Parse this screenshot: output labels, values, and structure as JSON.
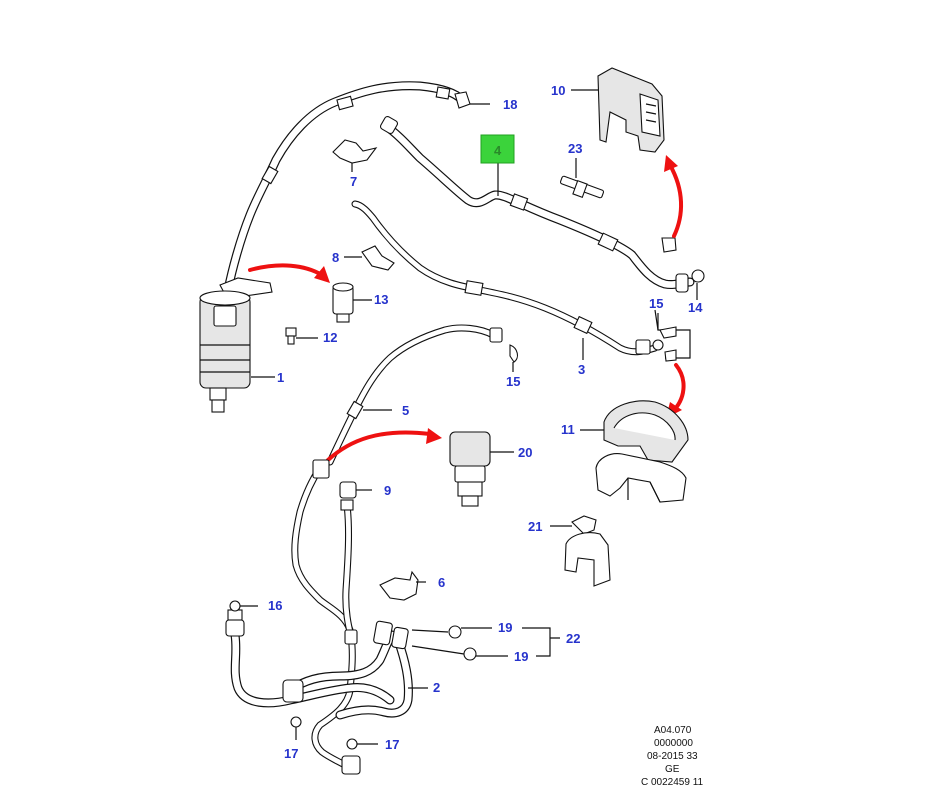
{
  "diagram": {
    "parts": [
      {
        "id": "p1",
        "label": "1"
      },
      {
        "id": "p2",
        "label": "2"
      },
      {
        "id": "p3",
        "label": "3"
      },
      {
        "id": "p4",
        "label": "4"
      },
      {
        "id": "p5",
        "label": "5"
      },
      {
        "id": "p6",
        "label": "6"
      },
      {
        "id": "p7",
        "label": "7"
      },
      {
        "id": "p8",
        "label": "8"
      },
      {
        "id": "p9",
        "label": "9"
      },
      {
        "id": "p10",
        "label": "10"
      },
      {
        "id": "p11",
        "label": "11"
      },
      {
        "id": "p12",
        "label": "12"
      },
      {
        "id": "p13",
        "label": "13"
      },
      {
        "id": "p14",
        "label": "14"
      },
      {
        "id": "p15a",
        "label": "15"
      },
      {
        "id": "p15b",
        "label": "15"
      },
      {
        "id": "p16",
        "label": "16"
      },
      {
        "id": "p17a",
        "label": "17"
      },
      {
        "id": "p17b",
        "label": "17"
      },
      {
        "id": "p18",
        "label": "18"
      },
      {
        "id": "p19a",
        "label": "19"
      },
      {
        "id": "p19b",
        "label": "19"
      },
      {
        "id": "p20",
        "label": "20"
      },
      {
        "id": "p21",
        "label": "21"
      },
      {
        "id": "p22",
        "label": "22"
      },
      {
        "id": "p23",
        "label": "23"
      }
    ],
    "highlighted_part": "4",
    "highlight_color": "#3bd33b",
    "label_color": "#2633cc",
    "arrow_color": "#e11111",
    "reference_block": [
      "A04.070",
      "0000000",
      "08-2015 33",
      "GE",
      "C 0022459 11"
    ]
  }
}
